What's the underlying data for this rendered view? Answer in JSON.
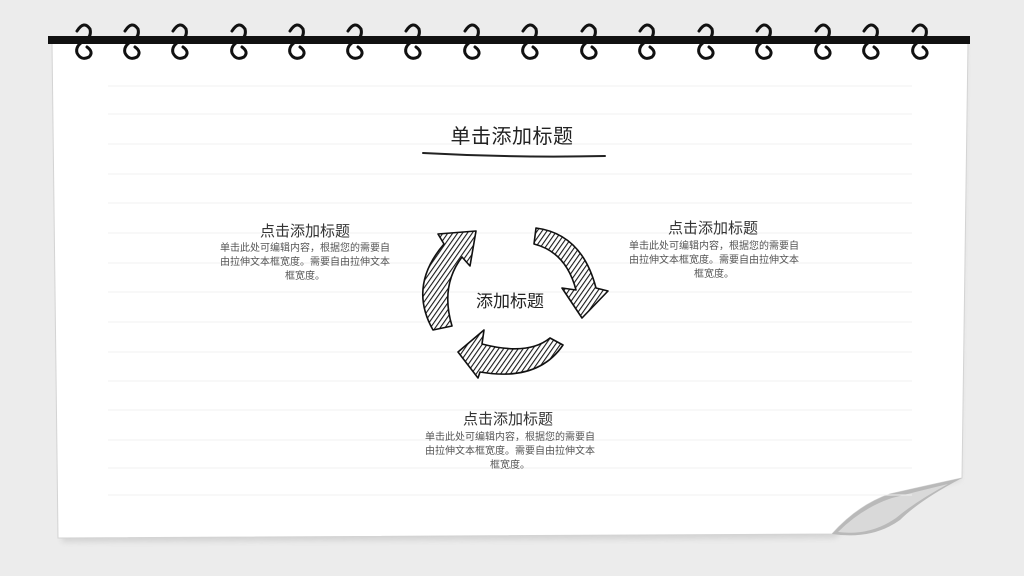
{
  "slide": {
    "title": "单击添加标题",
    "center_label": "添加标题",
    "blocks": [
      {
        "title": "点击添加标题",
        "body": "单击此处可编辑内容，根据您的需要自由拉伸文本框宽度。需要自由拉伸文本框宽度。"
      },
      {
        "title": "点击添加标题",
        "body": "单击此处可编辑内容，根据您的需要自由拉伸文本框宽度。需要自由拉伸文本框宽度。"
      },
      {
        "title": "点击添加标题",
        "body": "单击此处可编辑内容，根据您的需要自由拉伸文本框宽度。需要自由拉伸文本框宽度。"
      }
    ]
  },
  "icons": {
    "binding": "spiral-ring-icon",
    "cycle": "cycle-arrows-icon"
  },
  "colors": {
    "background": "#ececec",
    "paper": "#ffffff",
    "ink": "#111111",
    "rule_lines": "#eeeeee"
  }
}
